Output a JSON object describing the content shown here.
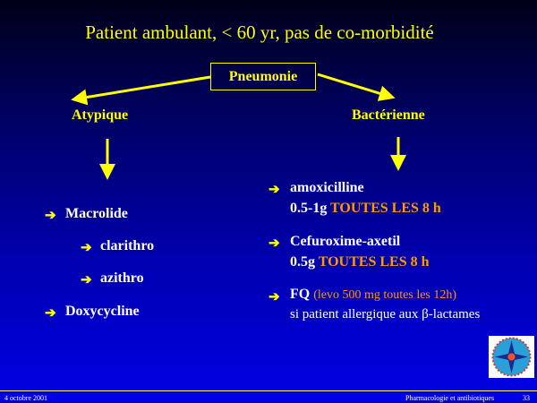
{
  "title": "Patient ambulant, < 60 yr, pas de co-morbidité",
  "root": "Pneumonie",
  "left": {
    "label": "Atypique",
    "items": [
      "Macrolide",
      "clarithro",
      "azithro",
      "Doxycycline"
    ]
  },
  "right": {
    "label": "Bactérienne",
    "items": [
      {
        "name": "amoxicilline",
        "dose": "0.5-1g",
        "freq": "TOUTES LES 8 h"
      },
      {
        "name": "Cefuroxime-axetil",
        "dose": "0.5g",
        "freq": "TOUTES LES 8 h"
      },
      {
        "name": "FQ",
        "note": "(levo 500 mg toutes les 12h)",
        "line2": "si patient allergique aux β-lactames"
      }
    ]
  },
  "bullet": "➔",
  "footer": {
    "date": "4 octobre 2001",
    "course": "Pharmacologie et antibiotiques",
    "page": "33"
  },
  "colors": {
    "accent": "#ffff00",
    "highlight": "#ff9900"
  }
}
